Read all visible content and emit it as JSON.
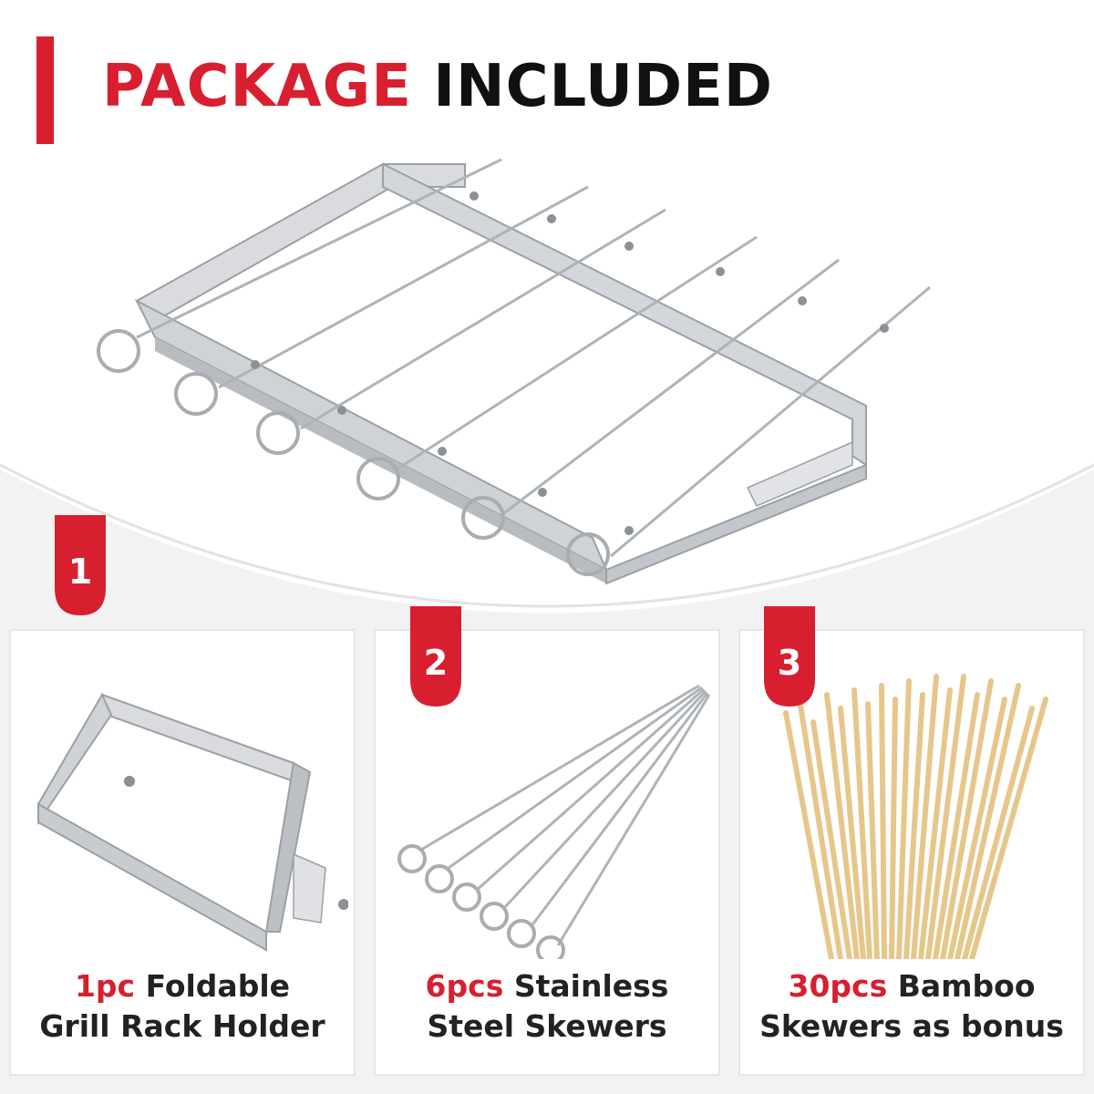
{
  "title": {
    "red": "PACKAGE",
    "black": "INCLUDED"
  },
  "colors": {
    "accent": "#d81f2f",
    "metal": "#c9ccd1",
    "bamboo": "#e8c98c"
  },
  "items": [
    {
      "badge": "1",
      "qty": "1pc",
      "line1_rest": " Foldable",
      "line2": "Grill Rack Holder"
    },
    {
      "badge": "2",
      "qty": "6pcs",
      "line1_rest": " Stainless",
      "line2": "Steel Skewers"
    },
    {
      "badge": "3",
      "qty": "30pcs",
      "line1_rest": " Bamboo",
      "line2": "Skewers as bonus"
    }
  ]
}
